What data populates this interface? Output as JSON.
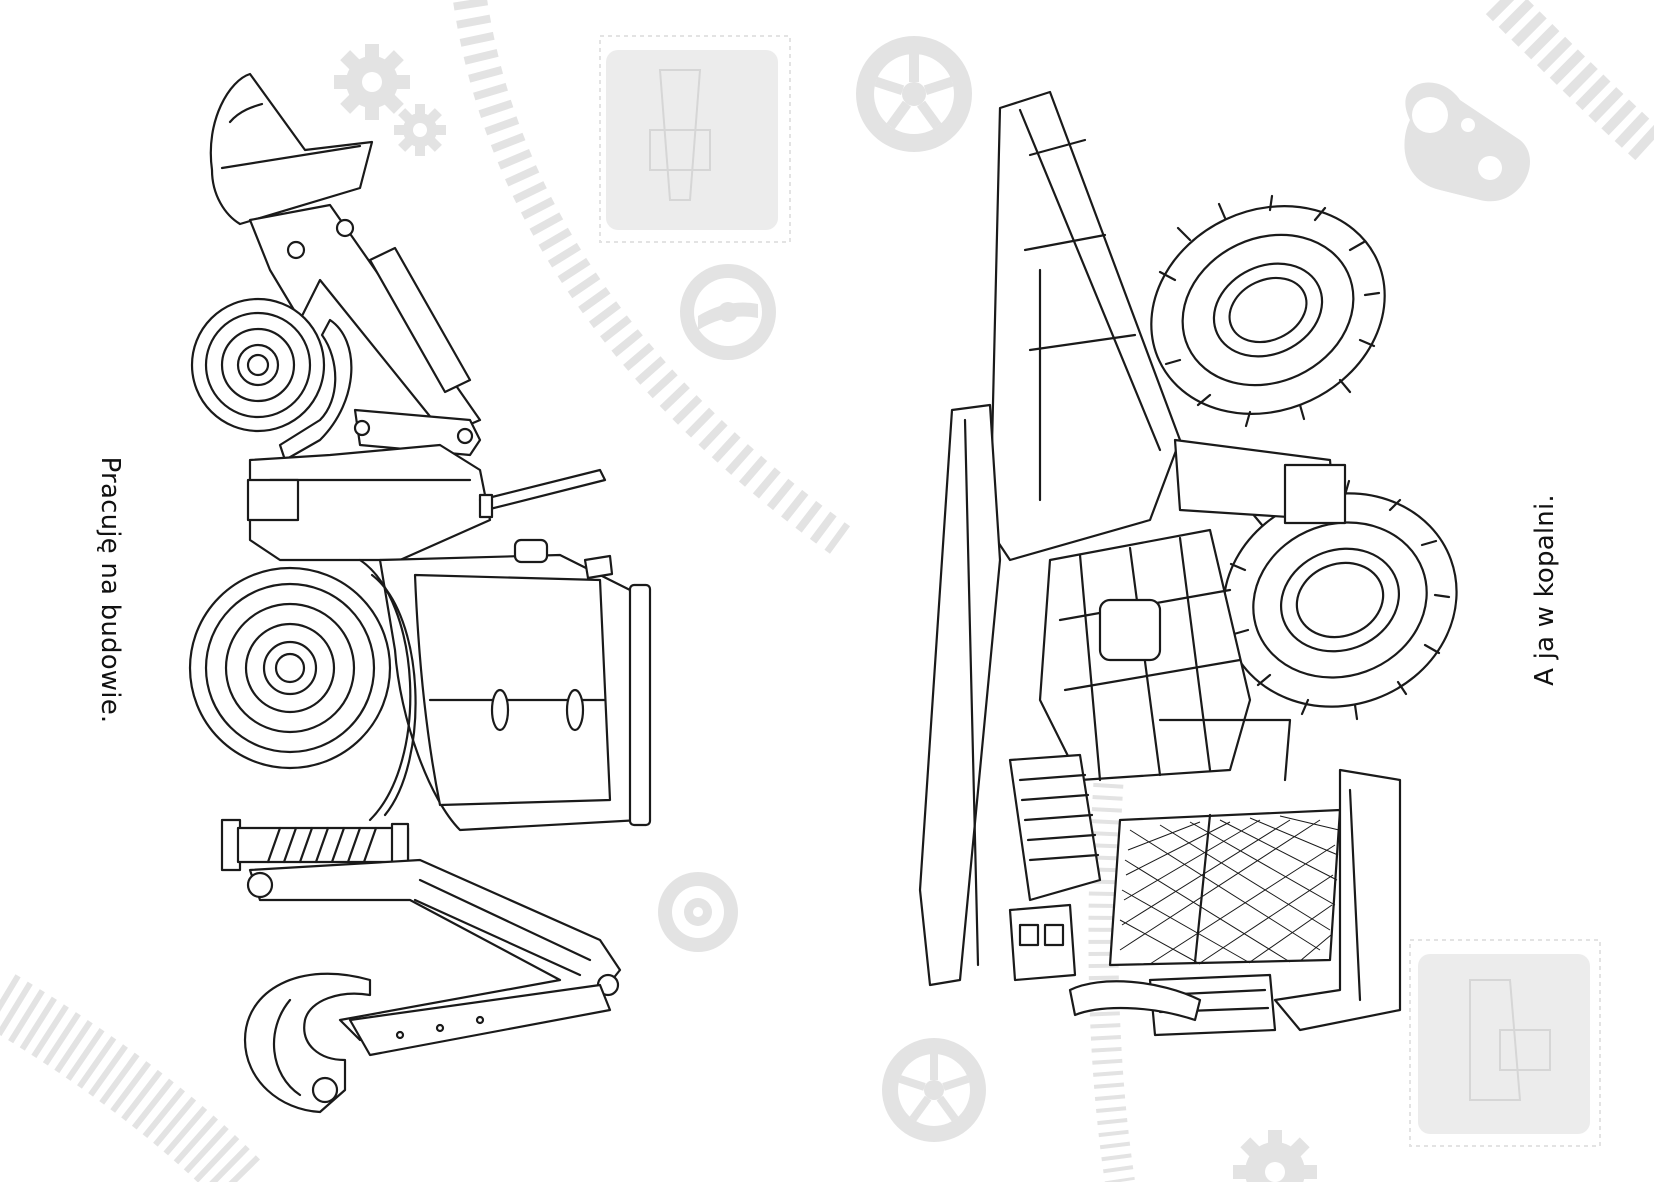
{
  "captions": {
    "left": "Pracuję na budowie.",
    "right": "A ja w kopalni."
  },
  "illustrations": {
    "left": "backhoe-loader",
    "right": "mining-dump-truck"
  },
  "colors": {
    "line": "#1a1a1a",
    "decoration": "#e3e3e3",
    "background": "#ffffff"
  }
}
